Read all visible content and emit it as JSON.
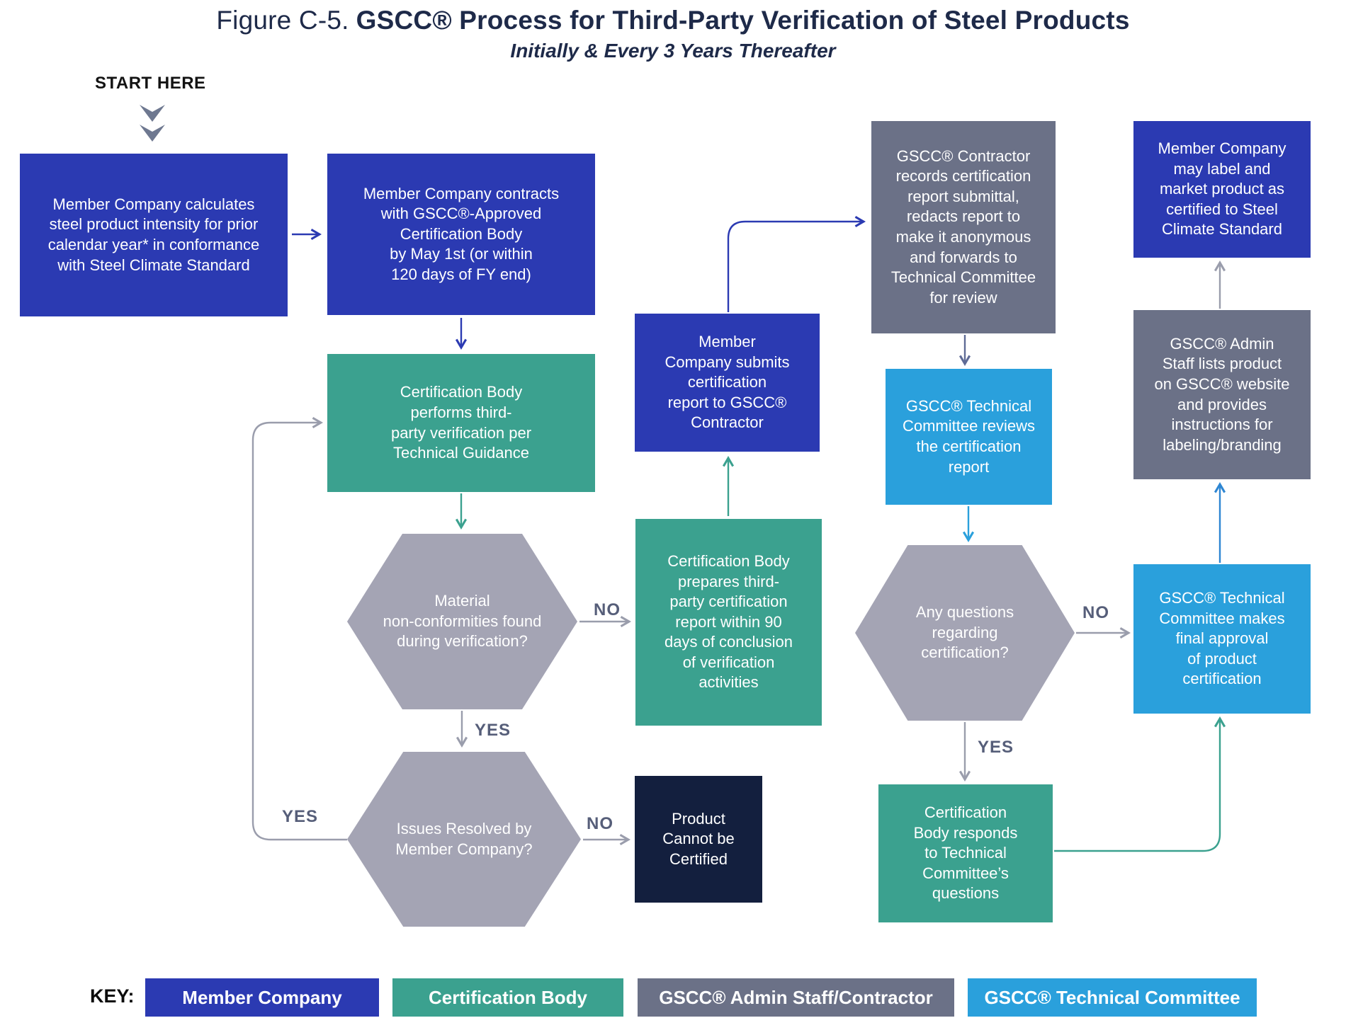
{
  "title": {
    "figure_label": "Figure C-5.",
    "main": "GSCC® Process for Third-Party Verification of Steel Products",
    "subtitle": "Initially & Every 3 Years Thereafter"
  },
  "start": {
    "label": "START HERE"
  },
  "nodes": {
    "calculates": "Member Company calculates\nsteel product intensity for prior\ncalendar year* in conformance\nwith Steel Climate Standard",
    "contracts": "Member Company contracts\nwith GSCC®-Approved\nCertification Body\nby May 1st (or within\n120 days of FY end)",
    "performs": "Certification Body\nperforms third-\nparty verification per\nTechnical Guidance",
    "submits": "Member\nCompany submits\ncertification\nreport to GSCC®\nContractor",
    "prepares": "Certification Body\nprepares third-\nparty certification\nreport within 90\ndays of conclusion\nof verification\nactivities",
    "cannot_certify": "Product\nCannot be\nCertified",
    "contractor_records": "GSCC® Contractor\nrecords certification\nreport submittal,\nredacts report to\nmake it anonymous\nand forwards to\nTechnical Committee\nfor review",
    "committee_reviews": "GSCC® Technical\nCommittee reviews\nthe certification\nreport",
    "body_responds": "Certification\nBody responds\nto Technical\nCommittee’s\nquestions",
    "final_approval": "GSCC® Technical\nCommittee makes\nfinal approval\nof product\ncertification",
    "admin_lists": "GSCC® Admin\nStaff lists product\non GSCC® website\nand provides\ninstructions for\nlabeling/branding",
    "may_label": "Member Company\nmay label and\nmarket product as\ncertified to Steel\nClimate Standard"
  },
  "decisions": {
    "nonconformities": "Material\nnon-conformities found\nduring verification?",
    "issues_resolved": "Issues Resolved by\nMember Company?",
    "any_questions": "Any questions\nregarding\ncertification?"
  },
  "branch_labels": {
    "hex1_yes": "YES",
    "hex1_no": "NO",
    "hex2_yes": "YES",
    "hex2_no": "NO",
    "hex3_yes": "YES",
    "hex3_no": "NO"
  },
  "legend": {
    "key_label": "KEY:",
    "items": [
      {
        "label": "Member Company",
        "color": "#2b3ab2"
      },
      {
        "label": "Certification Body",
        "color": "#3ba18f"
      },
      {
        "label": "GSCC® Admin Staff/Contractor",
        "color": "#6b7187"
      },
      {
        "label": "GSCC® Technical Committee",
        "color": "#2aa0dc"
      }
    ]
  },
  "colors": {
    "member_blue": "#2b3ab2",
    "certification_teal": "#3ba18f",
    "admin_gray": "#6b7187",
    "technical_blue": "#2aa0dc",
    "decision_gray": "#a4a4b4",
    "cannot_navy": "#131f3e",
    "title_text": "#1e2a49",
    "branch_label_text": "#565e79"
  }
}
